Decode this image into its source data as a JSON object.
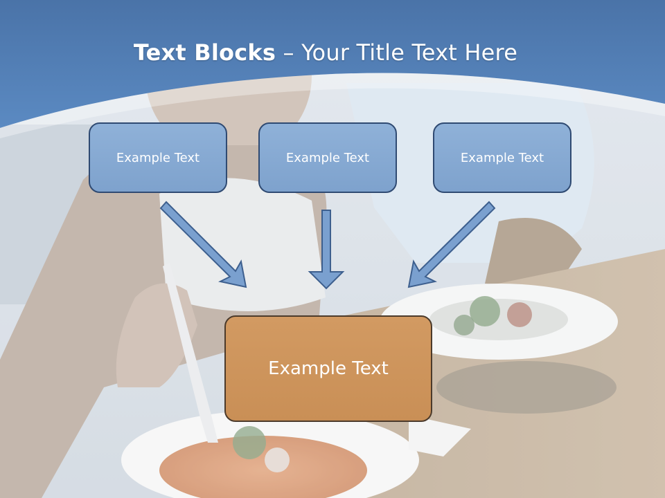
{
  "title": {
    "bold": "Text Blocks",
    "separator": " – ",
    "regular": "Your Title Text Here"
  },
  "blocks": {
    "top_left": "Example Text",
    "top_center": "Example Text",
    "top_right": "Example Text",
    "bottom": "Example Text"
  },
  "colors": {
    "header": "#4e7fb5",
    "box_fill": "#87a9d3",
    "box_border": "#2f4a72",
    "target_fill": "#cd9560",
    "target_border": "#4b3a2b"
  }
}
